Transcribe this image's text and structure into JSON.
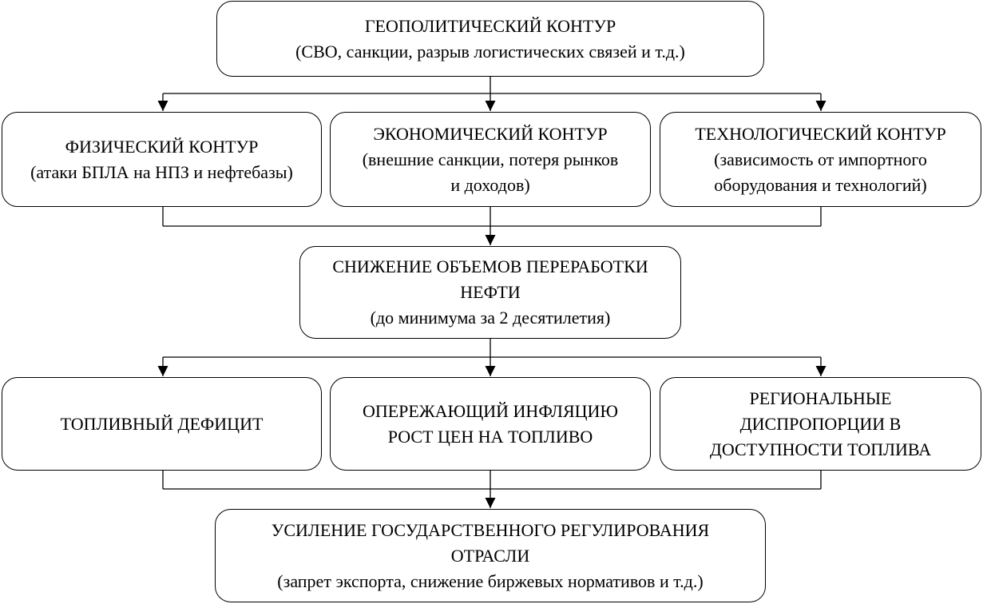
{
  "top": {
    "title": "ГЕОПОЛИТИЧЕСКИЙ КОНТУР",
    "subtitle": "(СВО, санкции, разрыв логистических связей и т.д.)"
  },
  "contours": [
    {
      "lines": [
        "ФИЗИЧЕСКИЙ КОНТУР",
        "(атаки БПЛА на НПЗ и нефтебазы)"
      ]
    },
    {
      "lines": [
        "ЭКОНОМИЧЕСКИЙ КОНТУР",
        "(внешние санкции, потеря рынков",
        "и доходов)"
      ]
    },
    {
      "lines": [
        "ТЕХНОЛОГИЧЕСКИЙ КОНТУР",
        "(зависимость от импортного",
        "оборудования и технологий)"
      ]
    }
  ],
  "middle": {
    "lines": [
      "СНИЖЕНИЕ ОБЪЕМОВ ПЕРЕРАБОТКИ",
      "НЕФТИ",
      "(до минимума за 2 десятилетия)"
    ]
  },
  "effects": [
    {
      "lines": [
        "ТОПЛИВНЫЙ ДЕФИЦИТ"
      ]
    },
    {
      "lines": [
        "ОПЕРЕЖАЮЩИЙ ИНФЛЯЦИЮ",
        "РОСТ ЦЕН НА ТОПЛИВО"
      ]
    },
    {
      "lines": [
        "РЕГИОНАЛЬНЫЕ",
        "ДИСПРОПОРЦИИ В",
        "ДОСТУПНОСТИ ТОПЛИВА"
      ]
    }
  ],
  "bottom": {
    "lines": [
      "УСИЛЕНИЕ ГОСУДАРСТВЕННОГО РЕГУЛИРОВАНИЯ",
      "ОТРАСЛИ",
      "(запрет экспорта, снижение биржевых нормативов и т.д.)"
    ]
  }
}
